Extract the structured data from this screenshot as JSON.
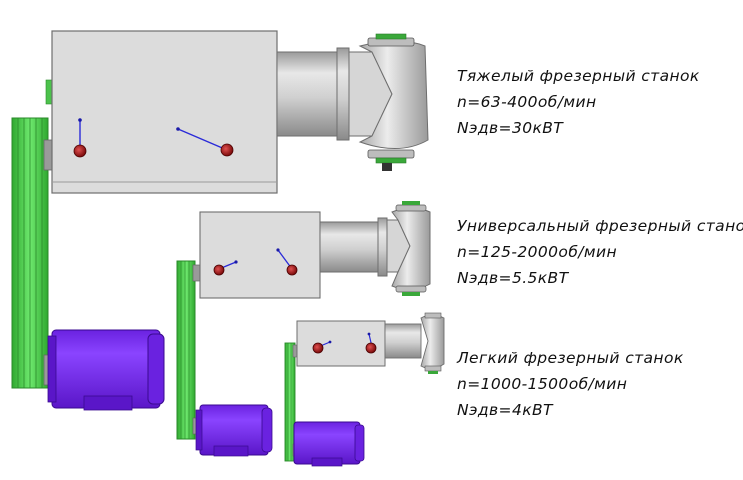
{
  "colors": {
    "body_fill": "#dcdcdc",
    "body_stroke": "#6e6e6e",
    "spindle_fill": "#c8c8c8",
    "belt": "#4cd24c",
    "belt_stroke": "#2a8a2a",
    "motor": "#7b2df0",
    "motor_dark": "#5a18c0",
    "knob": "#b01818",
    "lever": "#2a2ad8",
    "flange_green": "#3aa83a"
  },
  "machines": [
    {
      "title": "Тяжелый фрезерный станок",
      "speed": "n=63-400об/мин",
      "power": "Nэдв=30кВТ"
    },
    {
      "title": "Универсальный фрезерный станок",
      "speed": "n=125-2000об/мин",
      "power": "Nэдв=5.5кВТ"
    },
    {
      "title": "Легкий фрезерный станок",
      "speed": "n=1000-1500об/мин",
      "power": "Nэдв=4кВТ"
    }
  ]
}
